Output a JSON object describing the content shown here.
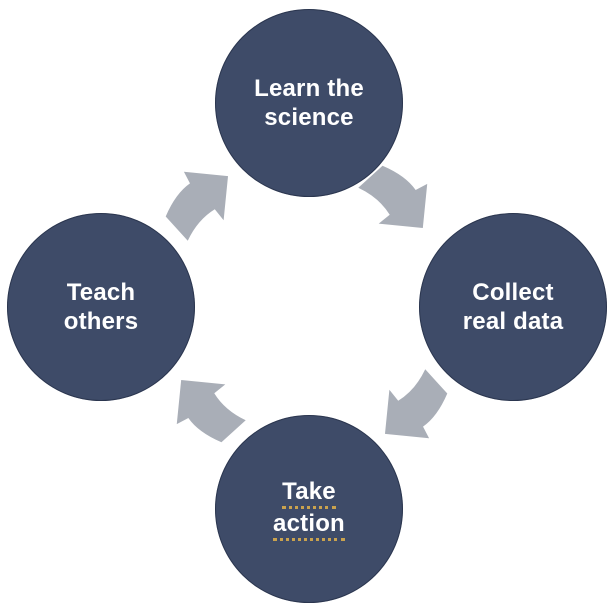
{
  "diagram": {
    "type": "cycle",
    "direction": "clockwise",
    "colors": {
      "background": "#ffffff",
      "node_fill": "#3E4B68",
      "node_text": "#ffffff",
      "arrow_fill": "#A9AEB7",
      "underline": "#C9A24E"
    },
    "nodes": [
      {
        "id": "learn",
        "position": "top",
        "lines": [
          "Learn the",
          "science"
        ],
        "underlined": false
      },
      {
        "id": "collect",
        "position": "right",
        "lines": [
          "Collect",
          "real data"
        ],
        "underlined": false
      },
      {
        "id": "take",
        "position": "bottom",
        "lines": [
          "Take",
          "action"
        ],
        "underlined": true
      },
      {
        "id": "teach",
        "position": "left",
        "lines": [
          "Teach",
          "others"
        ],
        "underlined": false
      }
    ],
    "arrows": [
      {
        "from": "learn",
        "to": "collect"
      },
      {
        "from": "collect",
        "to": "take"
      },
      {
        "from": "take",
        "to": "teach"
      },
      {
        "from": "teach",
        "to": "learn"
      }
    ]
  }
}
